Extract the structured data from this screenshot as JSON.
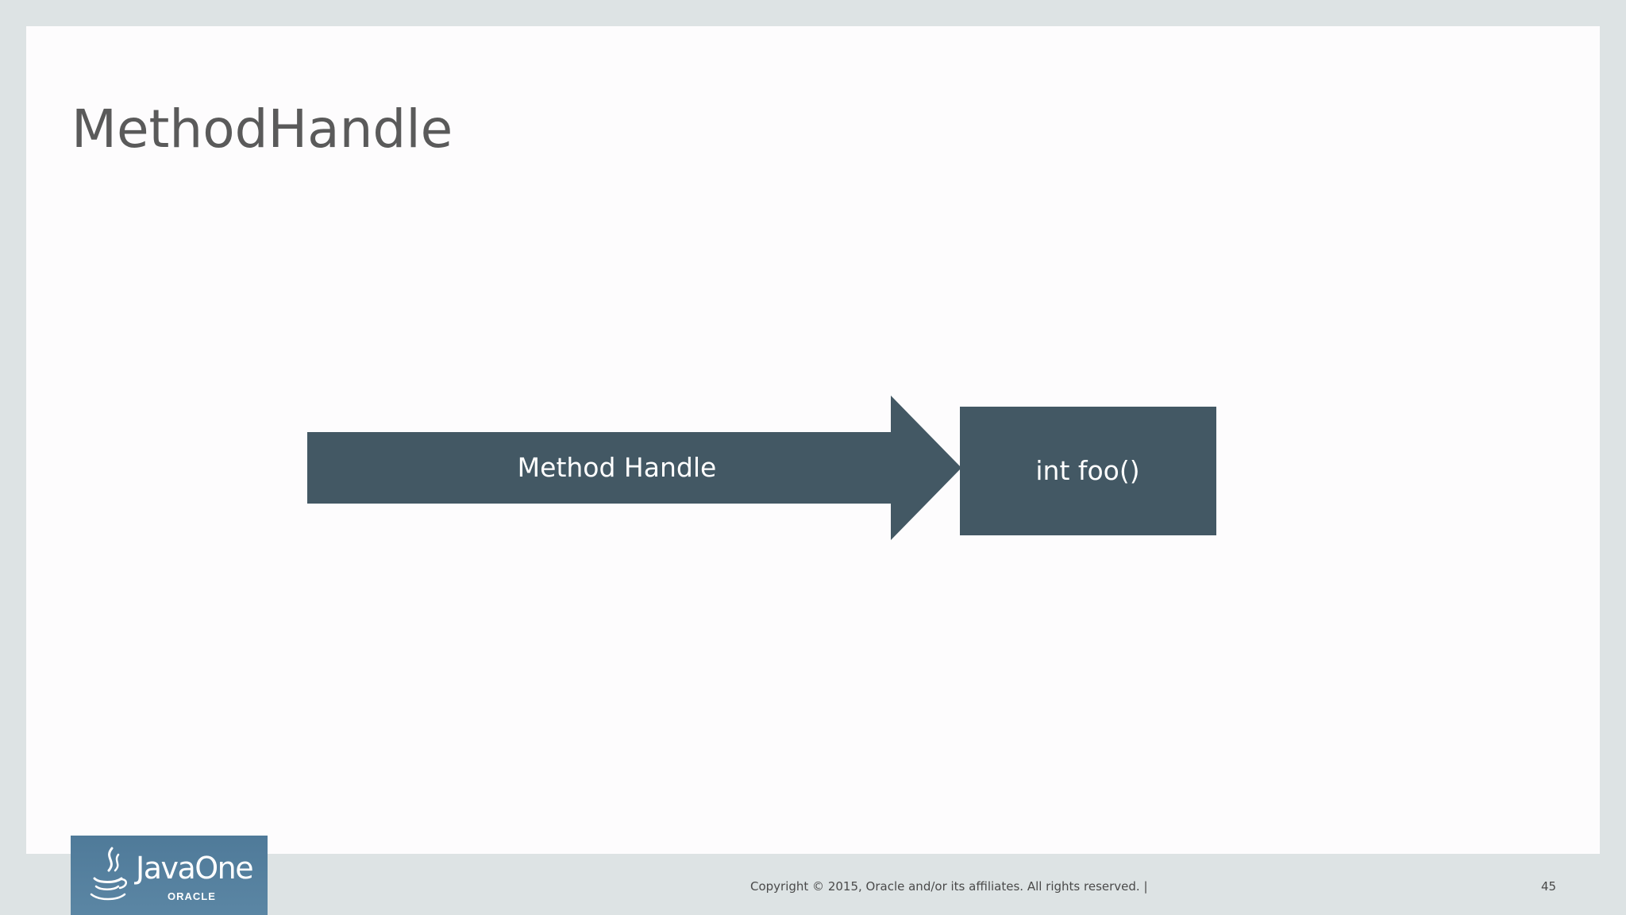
{
  "slide": {
    "title": "MethodHandle",
    "diagram": {
      "arrow_label": "Method Handle",
      "box_label": "int foo()",
      "fill_color": "#435864"
    }
  },
  "footer": {
    "logo": {
      "name": "JavaOne",
      "sub": "ORACLE"
    },
    "copyright": "Copyright © 2015, Oracle and/or its affiliates. All rights reserved.  |",
    "page_number": "45"
  },
  "colors": {
    "background": "#dde3e4",
    "slide": "#fdfcfd",
    "title_text": "#5a5a5a",
    "logo_blue": "#5580a0"
  }
}
